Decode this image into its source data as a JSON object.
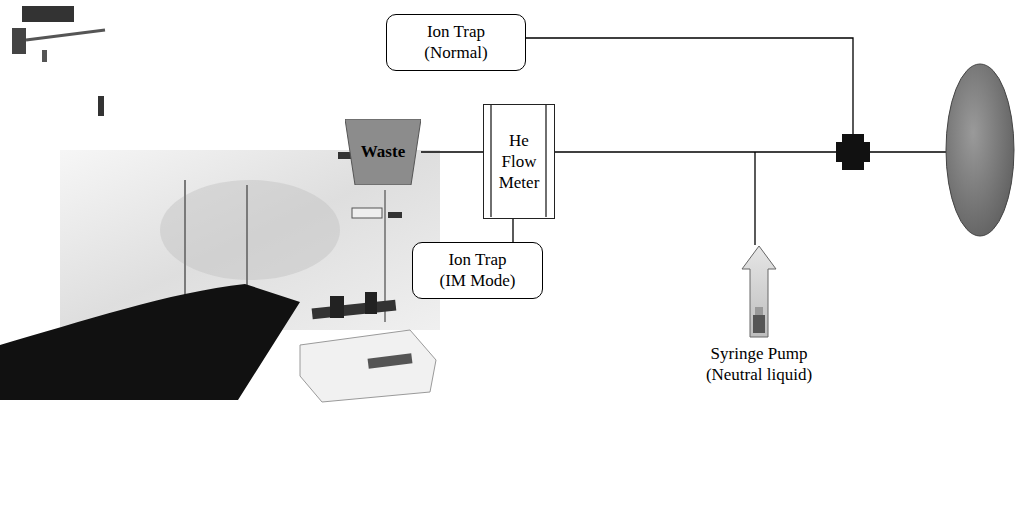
{
  "diagram": {
    "nodes": [
      {
        "text": [
          "Ion Trap (Normal)"
        ]
      },
      {
        "text": [
          "Waste"
        ]
      },
      {
        "text": [
          "He Flow Meter"
        ]
      },
      {
        "text": [
          "Ion Trap (IM Mode)"
        ]
      },
      {
        "text": [
          "Syringe Pump (Neutral liquid)"
        ]
      }
    ],
    "edges": [
      {
        "from": 1,
        "to": 2,
        "arrow": "none"
      },
      {
        "from": 2,
        "to": 3,
        "arrow": "none"
      }
    ]
  }
}
